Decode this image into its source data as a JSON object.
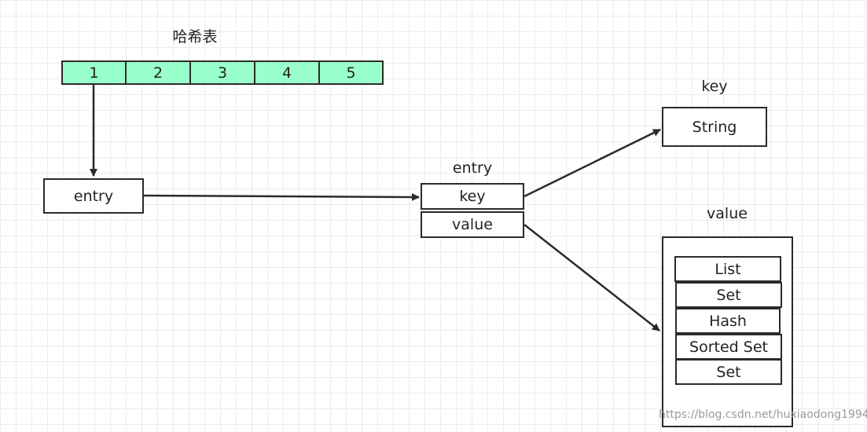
{
  "hash_table": {
    "title": "哈希表",
    "cells": [
      "1",
      "2",
      "3",
      "4",
      "5"
    ],
    "cell_color": "#99ffcc"
  },
  "entry_left": {
    "label": "entry"
  },
  "entry_right": {
    "title": "entry",
    "key_label": "key",
    "value_label": "value"
  },
  "key_section": {
    "title": "key",
    "type_label": "String"
  },
  "value_section": {
    "title": "value",
    "types": [
      "List",
      "Set",
      "Hash",
      "Sorted Set",
      "Set"
    ]
  },
  "watermark": "https://blog.csdn.net/huxiaodong1994"
}
